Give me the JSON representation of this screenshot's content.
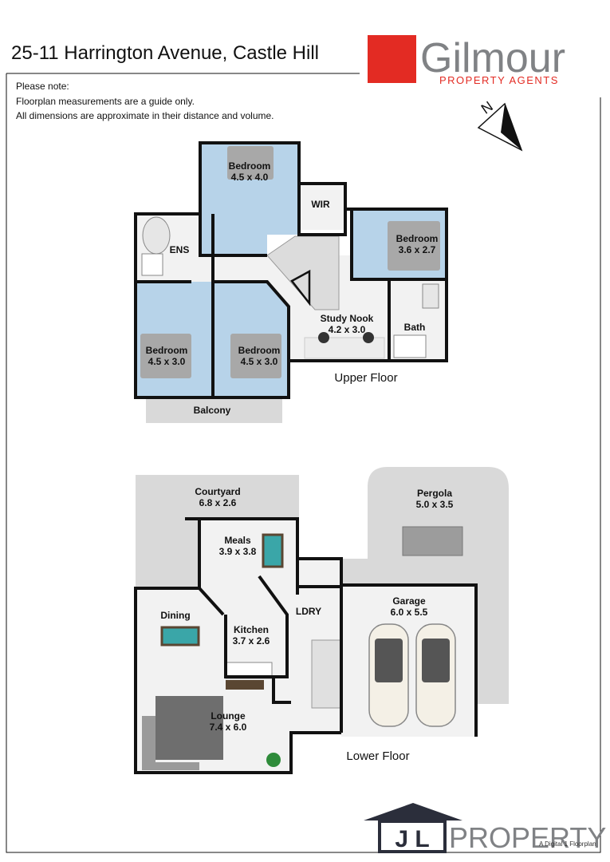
{
  "header": {
    "address": "25-11 Harrington Avenue, Castle Hill",
    "brand": {
      "name": "Gilmour",
      "tagline": "PROPERTY AGENTS",
      "accent": "#e32b23",
      "gray": "#808285"
    }
  },
  "note": {
    "line1": "Please note:",
    "line2": "Floorplan measurements are a guide only.",
    "line3": "All dimensions are approximate in their distance and volume."
  },
  "compass": {
    "label": "N",
    "icon": "north-arrow-icon"
  },
  "upper": {
    "label": "Upper Floor",
    "rooms": {
      "bed1": {
        "name": "Bedroom",
        "dim": "4.5 x 4.0"
      },
      "wir": {
        "name": "WIR"
      },
      "ens": {
        "name": "ENS"
      },
      "bed2": {
        "name": "Bedroom",
        "dim": "3.6 x 2.7"
      },
      "study": {
        "name": "Study Nook",
        "dim": "4.2 x 3.0"
      },
      "bath": {
        "name": "Bath"
      },
      "bed3": {
        "name": "Bedroom",
        "dim": "4.5 x 3.0"
      },
      "bed4": {
        "name": "Bedroom",
        "dim": "4.5 x 3.0"
      },
      "balcony": {
        "name": "Balcony"
      }
    }
  },
  "lower": {
    "label": "Lower Floor",
    "rooms": {
      "courtyard": {
        "name": "Courtyard",
        "dim": "6.8 x 2.6"
      },
      "pergola": {
        "name": "Pergola",
        "dim": "5.0 x 3.5"
      },
      "meals": {
        "name": "Meals",
        "dim": "3.9 x 3.8"
      },
      "dining": {
        "name": "Dining"
      },
      "kitchen": {
        "name": "Kitchen",
        "dim": "3.7 x 2.6"
      },
      "ldry": {
        "name": "LDRY"
      },
      "garage": {
        "name": "Garage",
        "dim": "6.0 x 5.5"
      },
      "lounge": {
        "name": "Lounge",
        "dim": "7.4 x 6.0"
      }
    }
  },
  "footer": {
    "logo_letters": "J L",
    "logo_word": "PROPERTY",
    "credit": "A Digital 1 Floorplan",
    "colors": {
      "navy": "#2b2e3b",
      "gray": "#808285"
    }
  },
  "colors": {
    "room_blue": "#b7d3e9",
    "floor": "#f2f2f2",
    "outdoor": "#d9d9d9",
    "wall": "#111111",
    "rug": "#6e6e6e",
    "table": "#3aa6a8"
  }
}
